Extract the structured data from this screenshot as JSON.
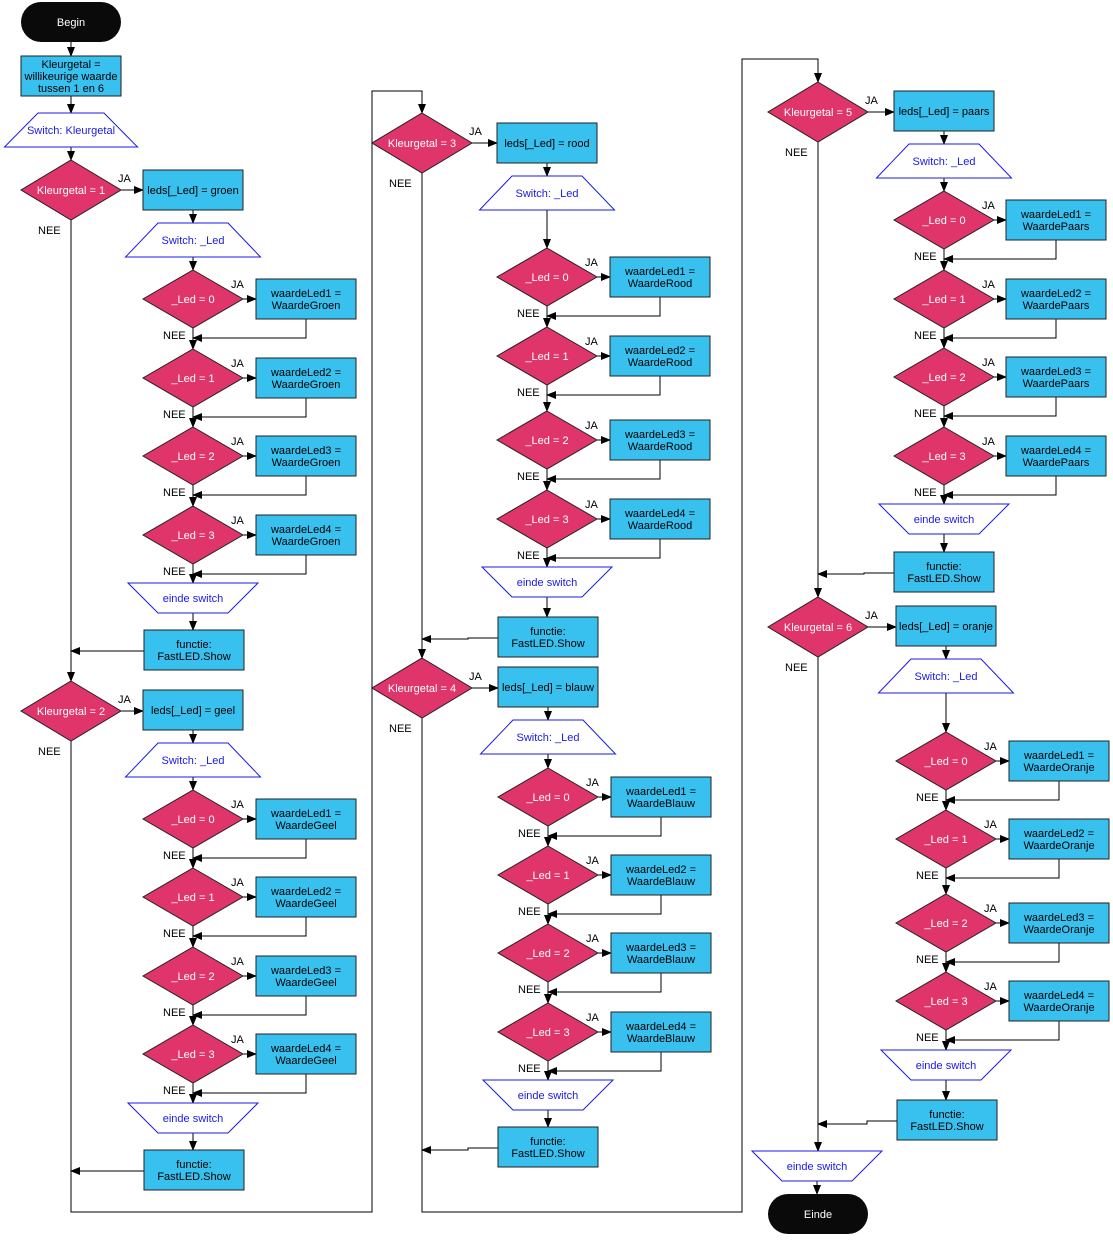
{
  "start_label": "Begin",
  "end_label": "Einde",
  "init_label": [
    "Kleurgetal =",
    "willikeurige waarde",
    "tussen 1 en 6"
  ],
  "main_switch_label": "Switch: Kleurgetal",
  "main_end_switch_label": "einde switch",
  "yes_label": "JA",
  "no_label": "NEE",
  "colors": {
    "decision": "#e0356a",
    "process": "#38c0ef",
    "switch_text": "#1a1ae6",
    "terminal": "#0a0a0a"
  },
  "cases": [
    {
      "condition": "Kleurgetal = 1",
      "assign": "leds[_Led] = groen",
      "switch": "Switch: _Led",
      "led_conditions": [
        "_Led = 0",
        "_Led = 1",
        "_Led = 2",
        "_Led = 3"
      ],
      "led_values": [
        [
          "waardeLed1 =",
          "WaardeGroen"
        ],
        [
          "waardeLed2 =",
          "WaardeGroen"
        ],
        [
          "waardeLed3 =",
          "WaardeGroen"
        ],
        [
          "waardeLed4 =",
          "WaardeGroen"
        ]
      ],
      "end_switch": "einde switch",
      "function": [
        "functie:",
        "FastLED.Show"
      ]
    },
    {
      "condition": "Kleurgetal = 2",
      "assign": "leds[_Led] = geel",
      "switch": "Switch: _Led",
      "led_conditions": [
        "_Led = 0",
        "_Led = 1",
        "_Led = 2",
        "_Led = 3"
      ],
      "led_values": [
        [
          "waardeLed1 =",
          "WaardeGeel"
        ],
        [
          "waardeLed2 =",
          "WaardeGeel"
        ],
        [
          "waardeLed3 =",
          "WaardeGeel"
        ],
        [
          "waardeLed4 =",
          "WaardeGeel"
        ]
      ],
      "end_switch": "einde switch",
      "function": [
        "functie:",
        "FastLED.Show"
      ]
    },
    {
      "condition": "Kleurgetal = 3",
      "assign": "leds[_Led] = rood",
      "switch": "Switch: _Led",
      "led_conditions": [
        "_Led = 0",
        "_Led = 1",
        "_Led = 2",
        "_Led = 3"
      ],
      "led_values": [
        [
          "waardeLed1 =",
          "WaardeRood"
        ],
        [
          "waardeLed2 =",
          "WaardeRood"
        ],
        [
          "waardeLed3 =",
          "WaardeRood"
        ],
        [
          "waardeLed4 =",
          "WaardeRood"
        ]
      ],
      "end_switch": "einde switch",
      "function": [
        "functie:",
        "FastLED.Show"
      ]
    },
    {
      "condition": "Kleurgetal = 4",
      "assign": "leds[_Led] = blauw",
      "switch": "Switch: _Led",
      "led_conditions": [
        "_Led = 0",
        "_Led = 1",
        "_Led = 2",
        "_Led = 3"
      ],
      "led_values": [
        [
          "waardeLed1 =",
          "WaardeBlauw"
        ],
        [
          "waardeLed2 =",
          "WaardeBlauw"
        ],
        [
          "waardeLed3 =",
          "WaardeBlauw"
        ],
        [
          "waardeLed4 =",
          "WaardeBlauw"
        ]
      ],
      "end_switch": "einde switch",
      "function": [
        "functie:",
        "FastLED.Show"
      ]
    },
    {
      "condition": "Kleurgetal = 5",
      "assign": "leds[_Led] = paars",
      "switch": "Switch: _Led",
      "led_conditions": [
        "_Led = 0",
        "_Led = 1",
        "_Led = 2",
        "_Led = 3"
      ],
      "led_values": [
        [
          "waardeLed1 =",
          "WaardePaars"
        ],
        [
          "waardeLed2 =",
          "WaardePaars"
        ],
        [
          "waardeLed3 =",
          "WaardePaars"
        ],
        [
          "waardeLed4 =",
          "WaardePaars"
        ]
      ],
      "end_switch": "einde switch",
      "function": [
        "functie:",
        "FastLED.Show"
      ]
    },
    {
      "condition": "Kleurgetal = 6",
      "assign": "leds[_Led] = oranje",
      "switch": "Switch: _Led",
      "led_conditions": [
        "_Led = 0",
        "_Led = 1",
        "_Led = 2",
        "_Led = 3"
      ],
      "led_values": [
        [
          "waardeLed1 =",
          "WaardeOranje"
        ],
        [
          "waardeLed2 =",
          "WaardeOranje"
        ],
        [
          "waardeLed3 =",
          "WaardeOranje"
        ],
        [
          "waardeLed4 =",
          "WaardeOranje"
        ]
      ],
      "end_switch": "einde switch",
      "function": [
        "functie:",
        "FastLED.Show"
      ]
    }
  ]
}
